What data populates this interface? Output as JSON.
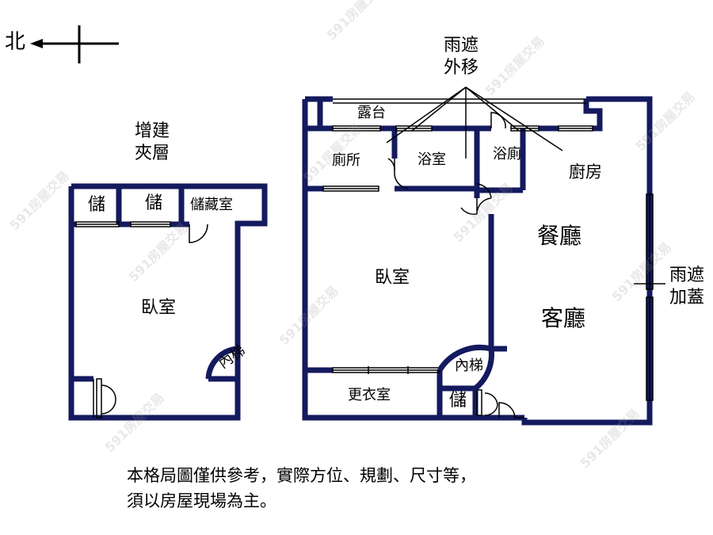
{
  "compass": {
    "north_label": "北"
  },
  "annotations": {
    "mezzanine": "增建\n夾層",
    "canopy_moved": "雨遮\n外移",
    "canopy_added": "雨遮\n加蓋"
  },
  "left_unit": {
    "storage_1": "儲",
    "storage_2": "儲",
    "storage_room": "儲藏室",
    "bedroom": "臥室",
    "inner_stair": "內梯"
  },
  "right_unit": {
    "balcony": "露台",
    "toilet": "廁所",
    "bathroom": "浴室",
    "bath_toilet": "浴廁",
    "kitchen": "廚房",
    "dining": "餐廳",
    "living": "客廳",
    "bedroom": "臥室",
    "inner_stair": "內梯",
    "closet": "更衣室",
    "storage": "儲"
  },
  "disclaimer": {
    "line1": "本格局圖僅供參考，實際方位、規劃、尺寸等，",
    "line2": "須以房屋現場為主。"
  },
  "watermark": {
    "text": "591房屋交易"
  },
  "colors": {
    "wall": "#141a5e",
    "line": "#000000",
    "window_frame": "#555555"
  }
}
